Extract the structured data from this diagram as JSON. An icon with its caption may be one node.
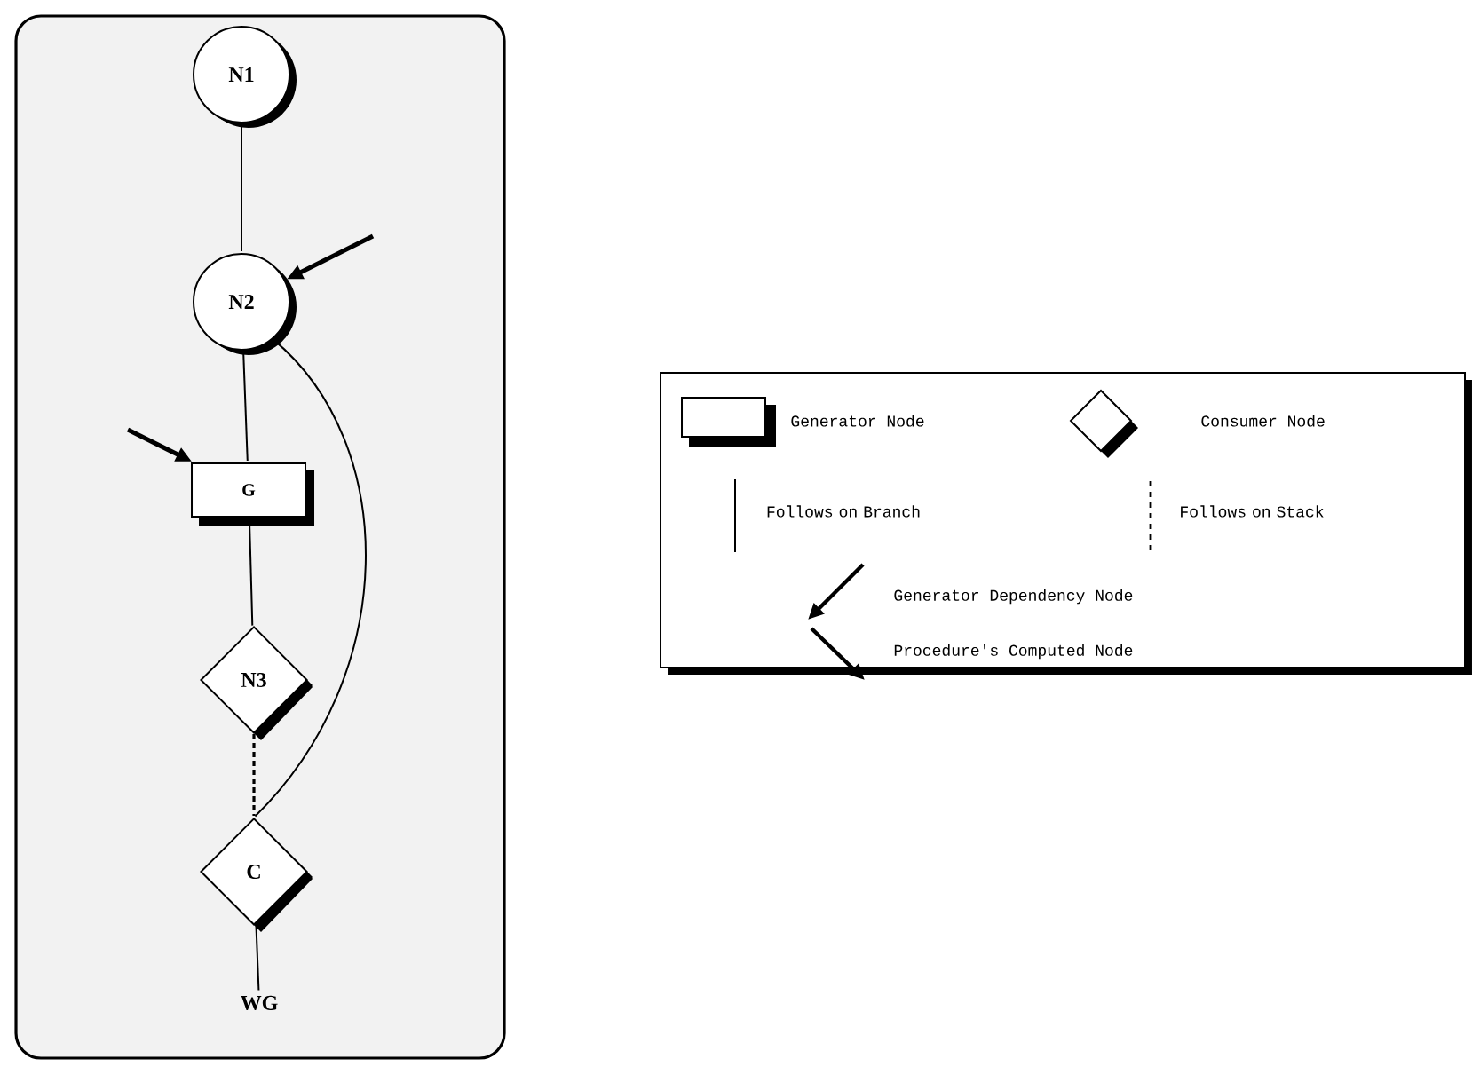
{
  "diagram": {
    "nodes": [
      {
        "text": [
          "N1"
        ]
      },
      {
        "text": [
          "N2"
        ]
      },
      {
        "text": [
          "G"
        ]
      },
      {
        "text": [
          "N3"
        ]
      },
      {
        "text": [
          "C"
        ]
      },
      {
        "text": [
          "WG"
        ]
      }
    ],
    "edges": [
      {
        "from": 0,
        "to": 1,
        "arrow": "none"
      },
      {
        "from": 1,
        "to": 2,
        "arrow": "none"
      },
      {
        "from": 2,
        "to": 3,
        "arrow": "none"
      },
      {
        "from": 3,
        "to": 4,
        "arrow": "none",
        "style": "dashed"
      },
      {
        "from": 1,
        "to": 4,
        "arrow": "none"
      },
      {
        "from": 4,
        "to": 5,
        "arrow": "none"
      },
      {
        "from": null,
        "to": 1,
        "arrow": "to",
        "style": "thick"
      },
      {
        "from": null,
        "to": 2,
        "arrow": "to",
        "style": "thick"
      }
    ],
    "legend": [
      {
        "text": "Generator Node"
      },
      {
        "text": "Consumer Node"
      },
      {
        "text": "Follows on Branch"
      },
      {
        "text": "Follows on Stack"
      },
      {
        "text": "Generator Dependency Node"
      },
      {
        "text": "Procedure's Computed Node"
      }
    ]
  }
}
